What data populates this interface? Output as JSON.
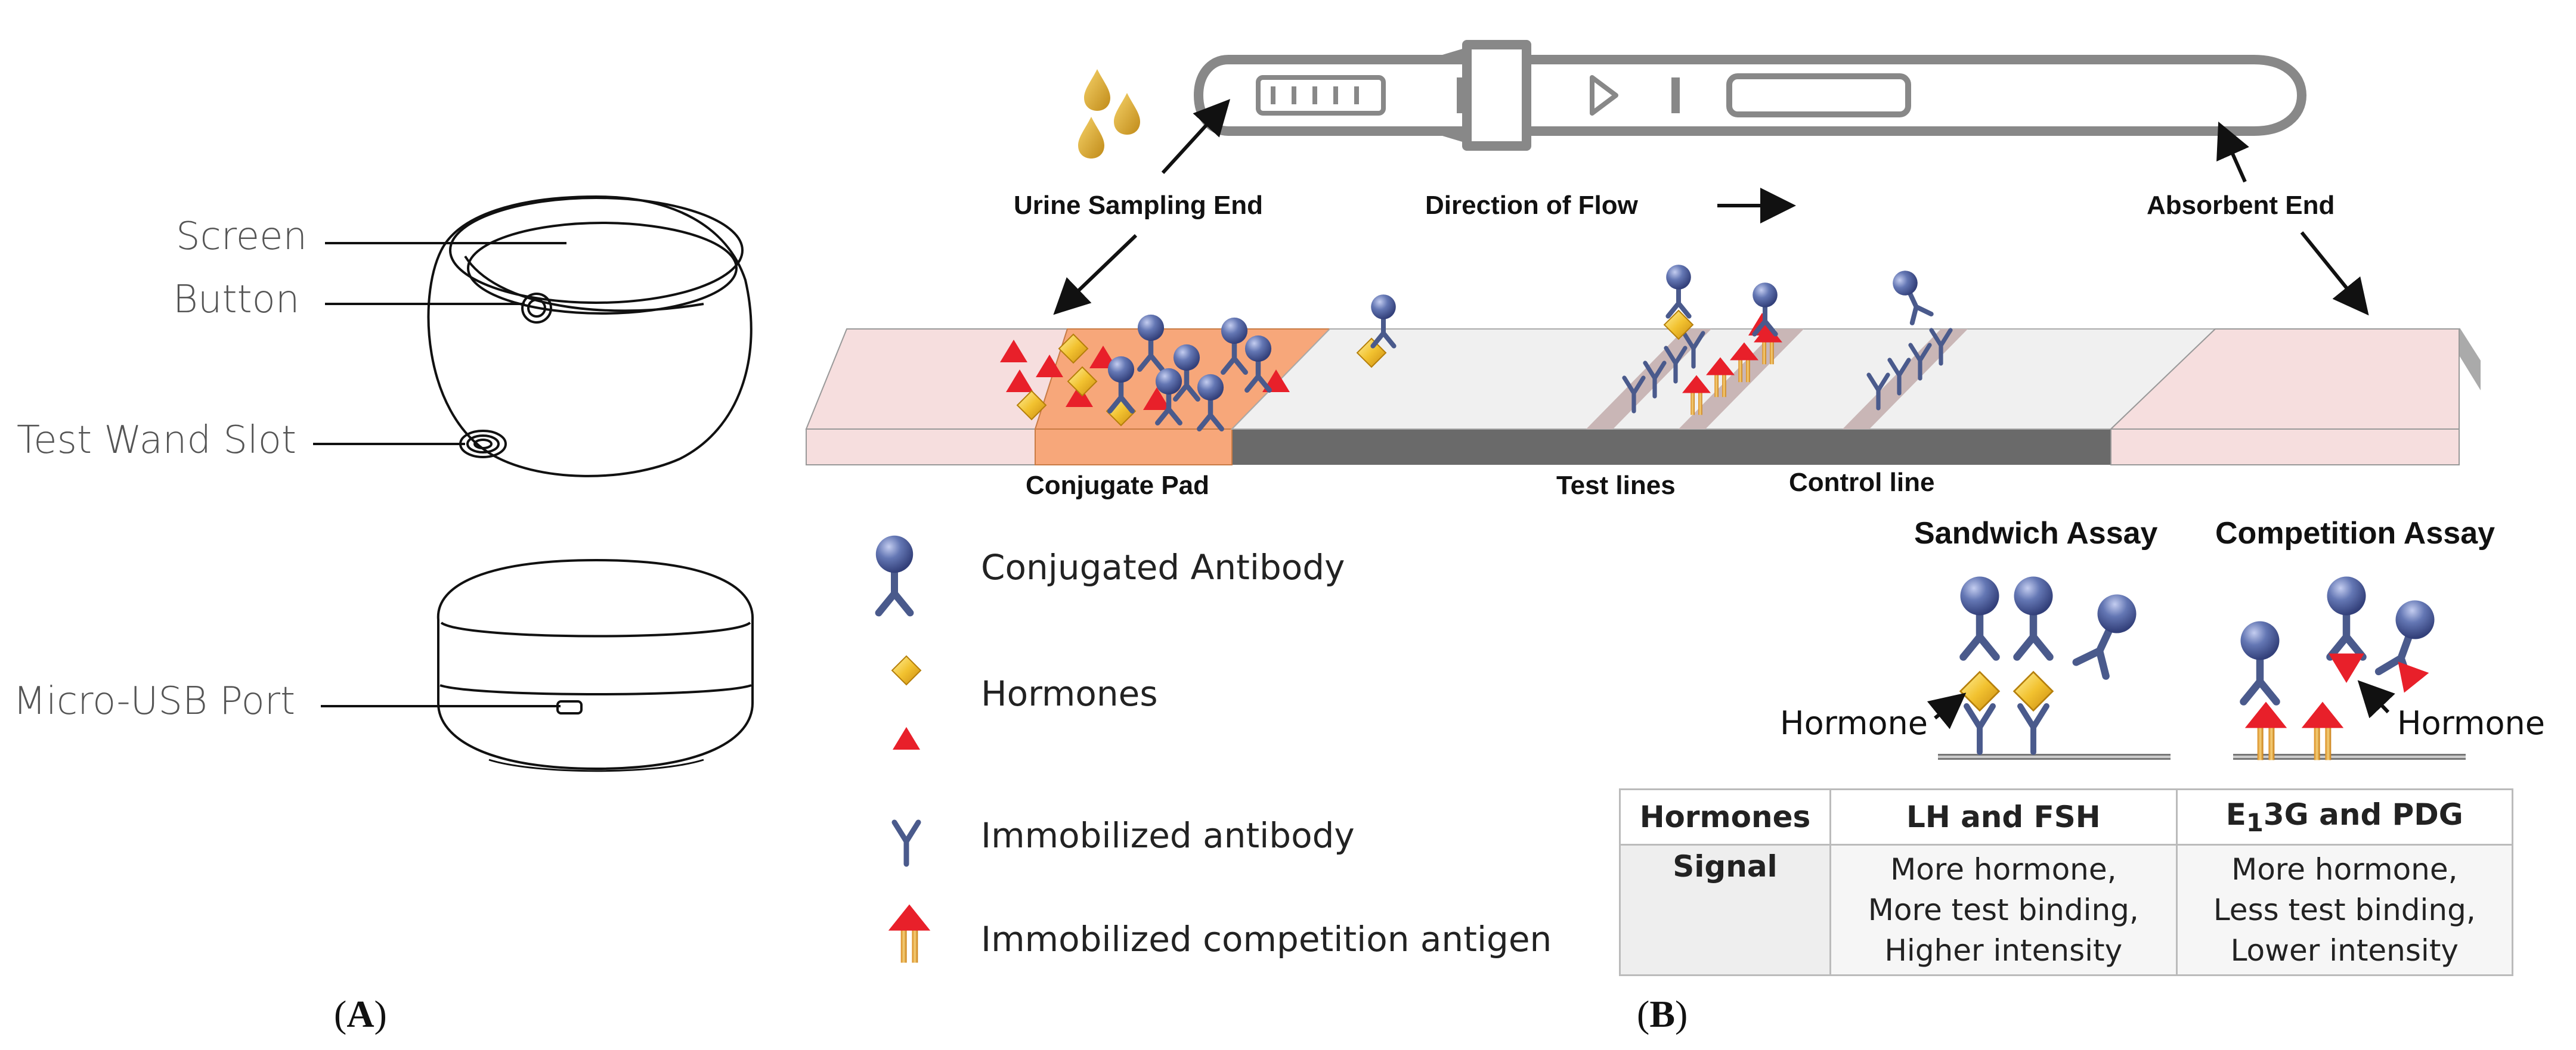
{
  "panel_a": {
    "labels": {
      "screen": "Screen",
      "button": "Button",
      "test_wand_slot": "Test Wand Slot",
      "micro_usb_port": "Micro-USB Port"
    },
    "caption_prefix": "(",
    "caption_letter": "A",
    "caption_suffix": ")"
  },
  "panel_b": {
    "arrows": {
      "urine_sampling_end": "Urine Sampling End",
      "direction_of_flow": "Direction of Flow",
      "absorbent_end": "Absorbent End"
    },
    "strip_labels": {
      "conjugate_pad": "Conjugate Pad",
      "test_lines": "Test lines",
      "control_line": "Control line"
    },
    "legend": {
      "conjugated_antibody": "Conjugated Antibody",
      "hormones": "Hormones",
      "immobilized_antibody": "Immobilized antibody",
      "immobilized_competition_antigen": "Immobilized competition antigen"
    },
    "assays": {
      "sandwich_title": "Sandwich Assay",
      "competition_title": "Competition Assay",
      "hormone_label_left": "Hormone",
      "hormone_label_right": "Hormone"
    },
    "table": {
      "header": {
        "col1": "Hormones",
        "col2": "LH and FSH",
        "col3_prefix": "E",
        "col3_sub": "1",
        "col3_suffix": "3G and PDG"
      },
      "row": {
        "label": "Signal",
        "col2": [
          "More hormone,",
          "More test binding,",
          "Higher intensity"
        ],
        "col3": [
          "More hormone,",
          "Less test binding,",
          "Lower intensity"
        ]
      }
    },
    "caption_prefix": "(",
    "caption_letter": "B",
    "caption_suffix": ")"
  },
  "colors": {
    "antibody_head": "#5a6fa8",
    "antibody_body": "#4a5a8c",
    "hormone_diamond": "#f2c230",
    "hormone_triangle": "#e8202a",
    "conjugate_pad": "#f7a77a",
    "sample_pad": "#f6dede",
    "membrane": "#f0f0f0",
    "backing": "#6a6a6a",
    "test_line": "#c9b6b6"
  }
}
